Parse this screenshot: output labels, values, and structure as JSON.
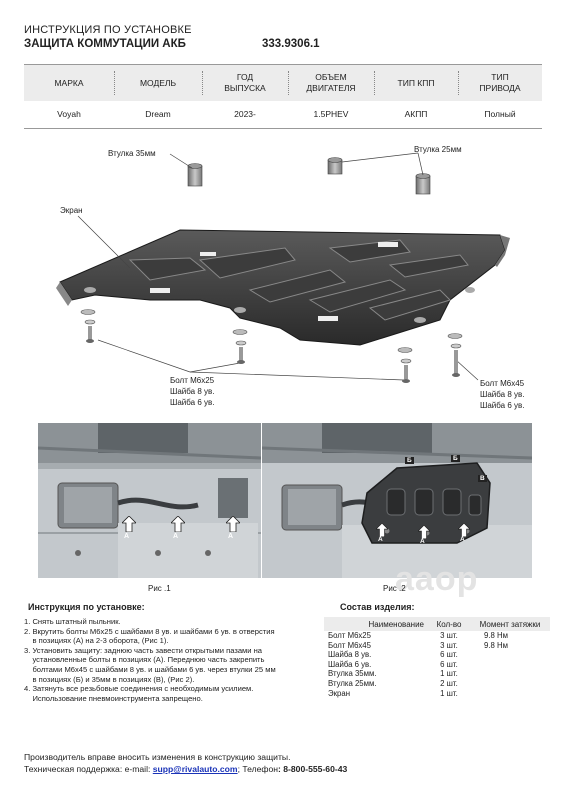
{
  "header": {
    "title": "ИНСТРУКЦИЯ ПО УСТАНОВКЕ",
    "subtitle": "ЗАЩИТА КОММУТАЦИИ АКБ",
    "code": "333.9306.1"
  },
  "spec": {
    "headers": [
      "МАРКА",
      "МОДЕЛЬ",
      "ГОД ВЫПУСКА",
      "ОБЪЕМ ДВИГАТЕЛЯ",
      "ТИП КПП",
      "ТИП ПРИВОДА"
    ],
    "header_lines": [
      [
        "МАРКА"
      ],
      [
        "МОДЕЛЬ"
      ],
      [
        "ГОД",
        "ВЫПУСКА"
      ],
      [
        "ОБЪЕМ",
        "ДВИГАТЕЛЯ"
      ],
      [
        "ТИП КПП"
      ],
      [
        "ТИП",
        "ПРИВОДА"
      ]
    ],
    "values": [
      "Voyah",
      "Dream",
      "2023-",
      "1.5PHEV",
      "АКПП",
      "Полный"
    ]
  },
  "diagram": {
    "label_bushing35": "Втулка 35мм",
    "label_bushing25": "Втулка 25мм",
    "label_screen": "Экран",
    "bolt_left": [
      "Болт М6х25",
      "Шайба 8 ув.",
      "Шайба 6 ув."
    ],
    "bolt_right": [
      "Болт М6х45",
      "Шайба 8 ув.",
      "Шайба 6 ув."
    ]
  },
  "photos": {
    "fig1_caption": "Рис .1",
    "fig2_caption": "Рис .2",
    "marker_a": "А",
    "marker_b": "Б",
    "marker_v": "В",
    "watermark": "aaop"
  },
  "instructions": {
    "title": "Инструкция по установке:",
    "lines": [
      "1. Снять штатный пыльник.",
      "2. Вкрутить болты М6х25 с шайбами 8 ув. и шайбами 6 ув. в отверстия",
      "    в позициях (А) на 2-3 оборота, (Рис 1).",
      "3. Установить защиту: заднюю часть завести открытыми пазами на",
      "    установленные болты в позициях (А). Переднюю часть закрепить",
      "    болтами М6х45 с шайбами 8 ув. и шайбами 6 ув. через втулки 25 мм",
      "    в позициях (Б) и 35мм в позициях (В), (Рис 2).",
      "4. Затянуть все резьбовые соединения с необходимым усилием.",
      "    Использование пневмоинструмента запрещено."
    ]
  },
  "parts": {
    "title": "Состав изделия:",
    "headers": [
      "Наименование",
      "Кол-во",
      "Момент затяжки"
    ],
    "rows": [
      [
        "Болт М6х25",
        "3 шт.",
        "9.8 Нм"
      ],
      [
        "Болт М6х45",
        "3 шт.",
        "9.8 Нм"
      ],
      [
        "Шайба 8 ув.",
        "6 шт.",
        ""
      ],
      [
        "Шайба 6 ув.",
        "6 шт.",
        ""
      ],
      [
        "Втулка 35мм.",
        "1 шт.",
        ""
      ],
      [
        "Втулка 25мм.",
        "2 шт.",
        ""
      ],
      [
        "Экран",
        "1 шт.",
        ""
      ]
    ]
  },
  "footer": {
    "line1": "Производитель вправе вносить изменения в конструкцию защиты.",
    "support_prefix": "Техническая поддержка:  e-mail: ",
    "email": "supp@rivalauto.com",
    "sep": ";",
    "phone_label": " Телефон",
    "phone": ": 8-800-555-60-43"
  }
}
